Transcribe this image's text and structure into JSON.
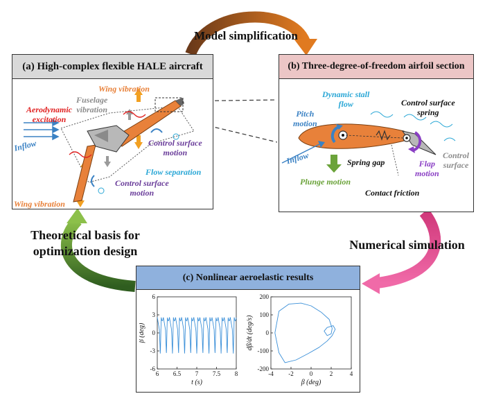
{
  "title_top": "Model simplification",
  "left_caption": [
    "Theoretical basis for",
    "optimization design"
  ],
  "right_caption": "Numerical simulation",
  "panel_a": {
    "title": "(a) High-complex flexible HALE aircraft",
    "labels": {
      "wing_vibration_top": "Wing vibration",
      "fuselage_vibration": [
        "Fuselage",
        "vibration"
      ],
      "aero_excitation": [
        "Aerodynamic",
        "excitation"
      ],
      "inflow": "Inflow",
      "control_surface_motion_1": [
        "Control surface",
        "motion"
      ],
      "flow_separation": "Flow separation",
      "control_surface_motion_2": [
        "Control surface",
        "motion"
      ],
      "wing_vibration_bottom": "Wing vibration"
    }
  },
  "panel_b": {
    "title": "(b) Three-degree-of-freedom airfoil section",
    "labels": {
      "dynamic_stall": [
        "Dynamic stall",
        "flow"
      ],
      "control_spring": [
        "Control surface",
        "spring"
      ],
      "pitch_motion": [
        "Pitch",
        "motion"
      ],
      "inflow": "Inflow",
      "spring_gap": "Spring gap",
      "flap_motion": [
        "Flap",
        "motion"
      ],
      "control_surface": [
        "Control",
        "surface"
      ],
      "plunge_motion": "Plunge motion",
      "contact_friction": "Contact friction"
    }
  },
  "panel_c": {
    "title": "(c) Nonlinear aeroelastic results"
  },
  "colors": {
    "orange": "#e8813a",
    "red_label": "#e02020",
    "blue_label": "#3b82c4",
    "cyan_label": "#2aa7d6",
    "purple_label": "#6a3d9a",
    "green_label": "#6ba33a",
    "gray_label": "#8c8c8c",
    "header_a": "#d9d9d9",
    "header_b": "#ecc6c6",
    "header_c": "#8fb1dd",
    "line_blue": "#3a8fd8"
  },
  "chart_data": [
    {
      "type": "line",
      "title": "",
      "xlabel": "t (s)",
      "ylabel": "β (deg)",
      "xlim": [
        6,
        8
      ],
      "ylim": [
        -6,
        6
      ],
      "xticks": [
        6,
        6.5,
        7,
        7.5,
        8
      ],
      "yticks": [
        -6,
        -3,
        0,
        3,
        6
      ],
      "xtick_labels": [
        "6",
        "6.5",
        "7",
        "7.5",
        "8"
      ],
      "ytick_labels": [
        "-6",
        "-3",
        "0",
        "3",
        "6"
      ],
      "series": [
        {
          "period": 0.154,
          "max": 2.6,
          "min": -3.6
        }
      ]
    },
    {
      "type": "line",
      "title": "",
      "xlabel": "β (deg)",
      "ylabel": "dβ/dt (deg/s)",
      "xlim": [
        -4,
        4
      ],
      "ylim": [
        -200,
        200
      ],
      "xticks": [
        -4,
        -2,
        0,
        2,
        4
      ],
      "yticks": [
        -200,
        -100,
        0,
        100,
        200
      ],
      "xtick_labels": [
        "-4",
        "-2",
        "0",
        "2",
        "4"
      ],
      "ytick_labels": [
        "-200",
        "-100",
        "0",
        "100",
        "200"
      ],
      "series": [
        {
          "points": [
            [
              1.0,
              115
            ],
            [
              0.0,
              150
            ],
            [
              -1.0,
              165
            ],
            [
              -2.2,
              160
            ],
            [
              -3.2,
              120
            ],
            [
              -3.6,
              0
            ],
            [
              -3.2,
              -110
            ],
            [
              -2.6,
              -165
            ],
            [
              -1.5,
              -150
            ],
            [
              -0.3,
              -115
            ],
            [
              0.8,
              -80
            ],
            [
              1.6,
              -45
            ],
            [
              2.1,
              -15
            ],
            [
              2.4,
              20
            ],
            [
              2.2,
              40
            ],
            [
              1.6,
              30
            ],
            [
              1.3,
              10
            ],
            [
              1.6,
              -15
            ],
            [
              2.0,
              -5
            ],
            [
              2.1,
              25
            ],
            [
              1.8,
              75
            ],
            [
              1.0,
              115
            ]
          ]
        }
      ]
    }
  ]
}
